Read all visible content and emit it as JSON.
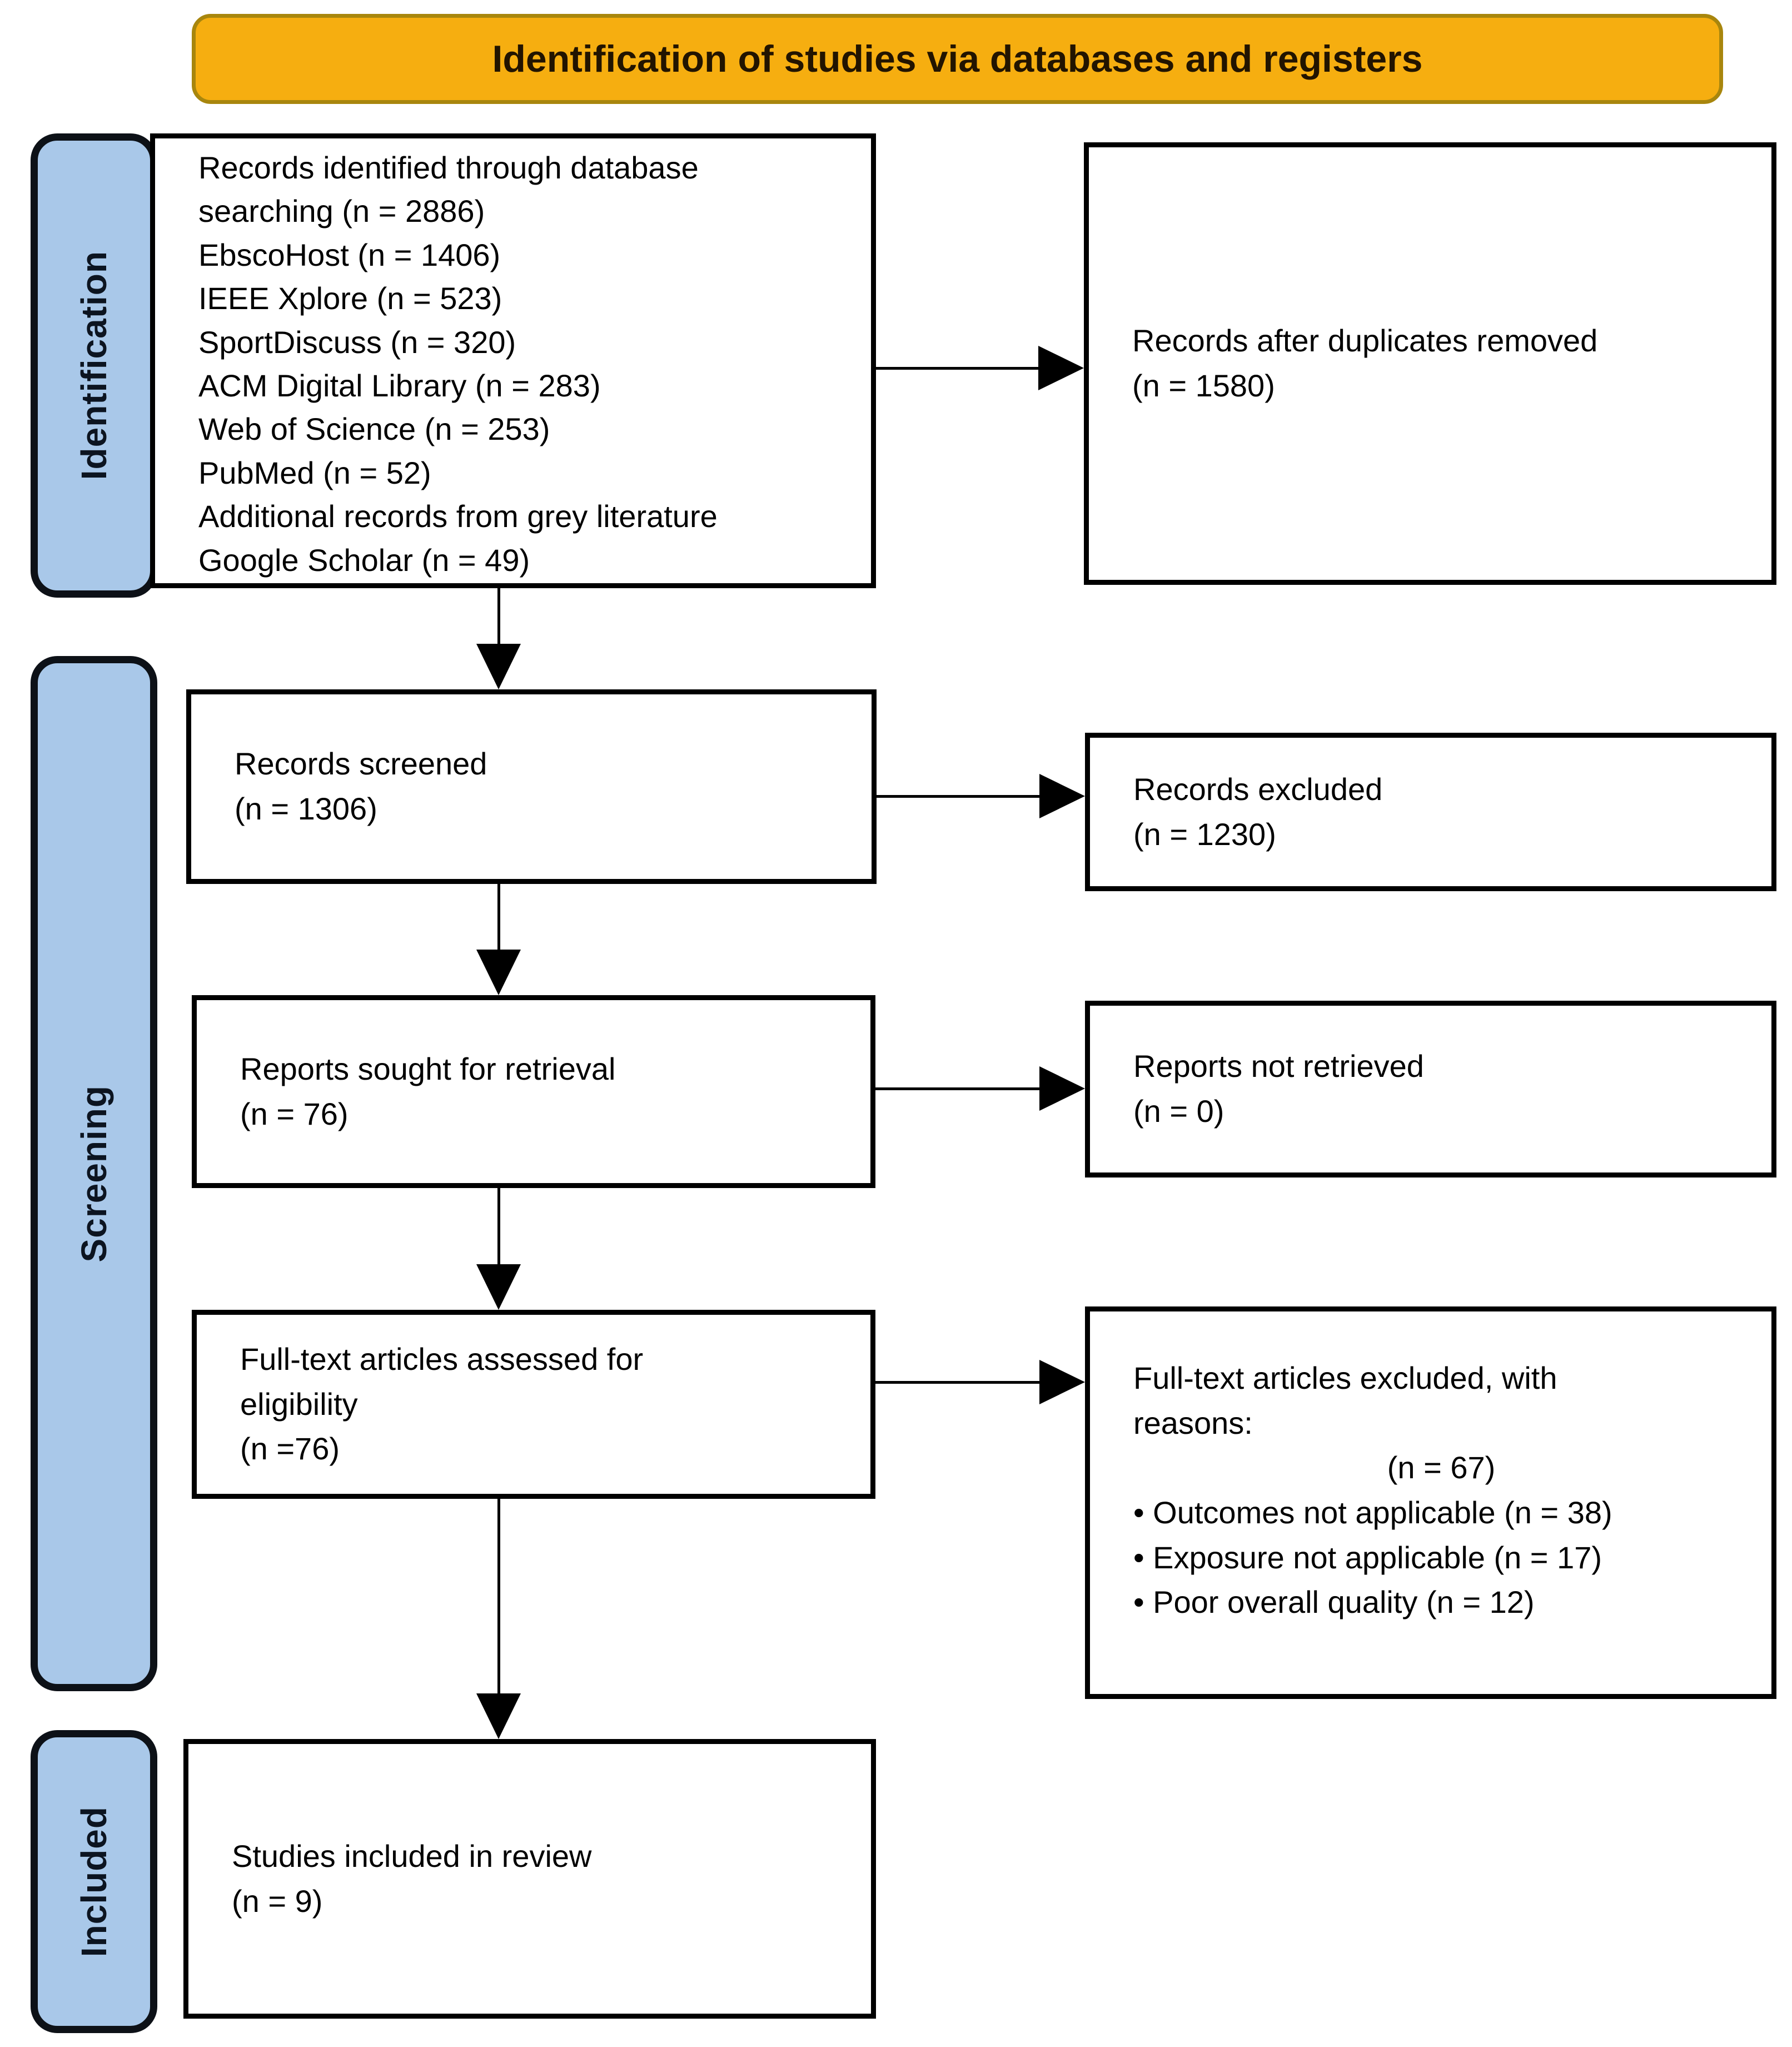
{
  "banner": {
    "label": "Identification of studies via databases and registers",
    "bg_color": "#F6AE10",
    "border_color": "#A8860D",
    "text_color": "#221400"
  },
  "sidebar": {
    "bg_color": "#A9C8E9",
    "border_color": "#0D1117",
    "labels": {
      "identification": "Identification",
      "screening": "Screening",
      "included": "Included"
    }
  },
  "colors": {
    "box_border": "#000000",
    "arrow": "#000000",
    "text": "#000000",
    "page_bg": "#ffffff"
  },
  "boxes": {
    "records_identified": {
      "lines": [
        "Records identified through database",
        "searching (n = 2886)",
        "EbscoHost (n = 1406)",
        "IEEE Xplore (n = 523)",
        "SportDiscuss (n = 320)",
        "ACM Digital Library (n = 283)",
        "Web of Science (n = 253)",
        "PubMed (n = 52)",
        "Additional records from grey literature",
        "Google Scholar (n = 49)"
      ]
    },
    "duplicates_removed": {
      "lines": [
        "Records after duplicates removed",
        "(n = 1580)"
      ]
    },
    "records_screened": {
      "lines": [
        "Records screened",
        "(n = 1306)"
      ]
    },
    "records_excluded": {
      "lines": [
        "Records excluded",
        "(n = 1230)"
      ]
    },
    "reports_sought": {
      "lines": [
        "Reports sought for retrieval",
        "(n = 76)"
      ]
    },
    "reports_not_retrieved": {
      "lines": [
        "Reports not retrieved",
        "(n = 0)"
      ]
    },
    "fulltext_assessed": {
      "lines": [
        "Full-text articles assessed for",
        "eligibility",
        "(n =76)"
      ]
    },
    "fulltext_excluded": {
      "line1": "Full-text articles excluded, with",
      "line2": "reasons:",
      "count": "(n = 67)",
      "bullets": [
        "• Outcomes not applicable (n = 38)",
        "• Exposure not applicable (n = 17)",
        "• Poor overall quality (n = 12)"
      ]
    },
    "studies_included": {
      "lines": [
        "Studies included in review",
        "(n = 9)"
      ]
    }
  }
}
